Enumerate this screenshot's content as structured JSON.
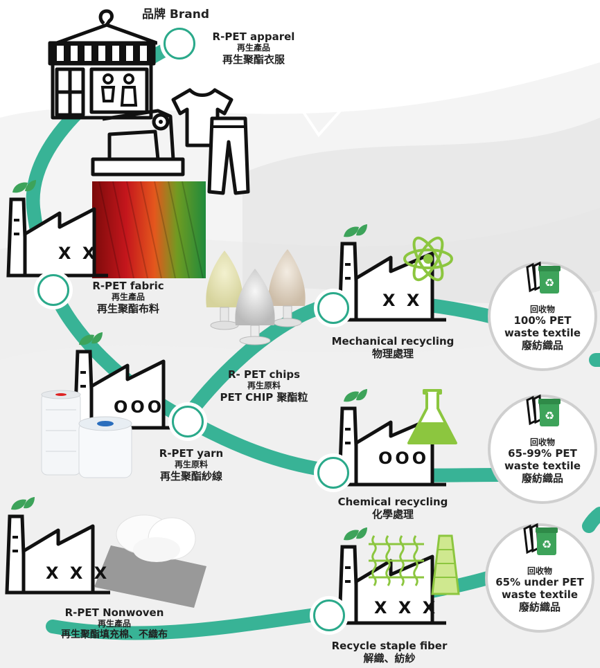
{
  "colors": {
    "path": "#38b396",
    "leaf": "#3da35a",
    "lime": "#8cc63f",
    "ring": "#cfcfcf"
  },
  "brand": {
    "label": "品牌 Brand"
  },
  "apparel": {
    "en": "R-PET apparel",
    "sub": "再生產品",
    "zh": "再生聚酯衣服"
  },
  "fabric": {
    "en": "R-PET fabric",
    "sub": "再生產品",
    "zh": "再生聚酯布料"
  },
  "chips": {
    "en": "R- PET chips",
    "sub": "再生原料",
    "zh": "PET CHIP 聚酯粒"
  },
  "yarn": {
    "en": "R-PET yarn",
    "sub": "再生原料",
    "zh": "再生聚酯紗線"
  },
  "nonwoven": {
    "en": "R-PET Nonwoven",
    "sub": "再生產品",
    "zh": "再生聚酯填充棉、不織布"
  },
  "mechanical": {
    "en": "Mechanical recycling",
    "zh": "物理處理"
  },
  "chemical": {
    "en": "Chemical recycling",
    "zh": "化學處理"
  },
  "staple": {
    "en": "Recycle staple fiber",
    "zh": "解織、紡紗"
  },
  "factories": {
    "fabric": "X X",
    "yarn": "OOO",
    "nonwoven": "X X X",
    "mechanical": "X X",
    "chemical": "OOO",
    "staple": "X X X"
  },
  "waste": [
    {
      "l1": "回收物",
      "l2": "100% PET",
      "l3": "waste textile",
      "l4": "廢紡織品"
    },
    {
      "l1": "回收物",
      "l2": "65-99% PET",
      "l3": "waste textile",
      "l4": "廢紡織品"
    },
    {
      "l1": "回收物",
      "l2": "65% under PET",
      "l3": "waste textile",
      "l4": "廢紡織品"
    }
  ],
  "icons": [
    "store-icon",
    "hanger-icon",
    "sewing-machine-icon",
    "tshirt-icon",
    "trousers-icon",
    "factory-icon",
    "leaf-icon",
    "atom-icon",
    "flask-icon",
    "knit-icon",
    "yarn-cone-icon",
    "recycle-bin-icon"
  ]
}
